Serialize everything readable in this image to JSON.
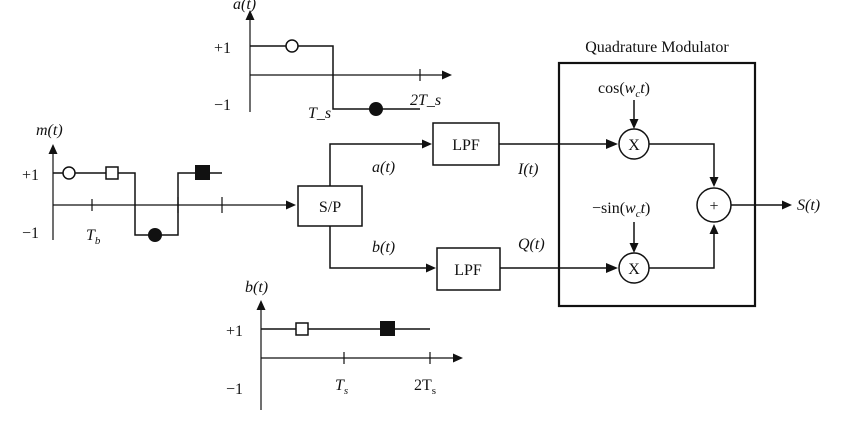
{
  "modulator": {
    "title": "Quadrature Modulator",
    "cos_label": "cos(w_c t)",
    "sin_label": "−sin(w_c t)",
    "mixer_symbol": "X",
    "adder_symbol": "+",
    "output_label": "S(t)"
  },
  "blocks": {
    "sp": "S/P",
    "lpf_top": "LPF",
    "lpf_bottom": "LPF"
  },
  "signals": {
    "a_label": "a(t)",
    "b_label": "b(t)",
    "i_label": "I(t)",
    "q_label": "Q(t)"
  },
  "plot_m": {
    "title": "m(t)",
    "plus": "+1",
    "minus": "−1",
    "tick_label": "T_b"
  },
  "plot_a": {
    "title": "a(t)",
    "plus": "+1",
    "minus": "−1",
    "tick1": "T_s",
    "tick2": "2T_s"
  },
  "plot_b": {
    "title": "b(t)",
    "plus": "+1",
    "minus": "−1",
    "tick1": "T_s",
    "tick2": "2T_s"
  }
}
